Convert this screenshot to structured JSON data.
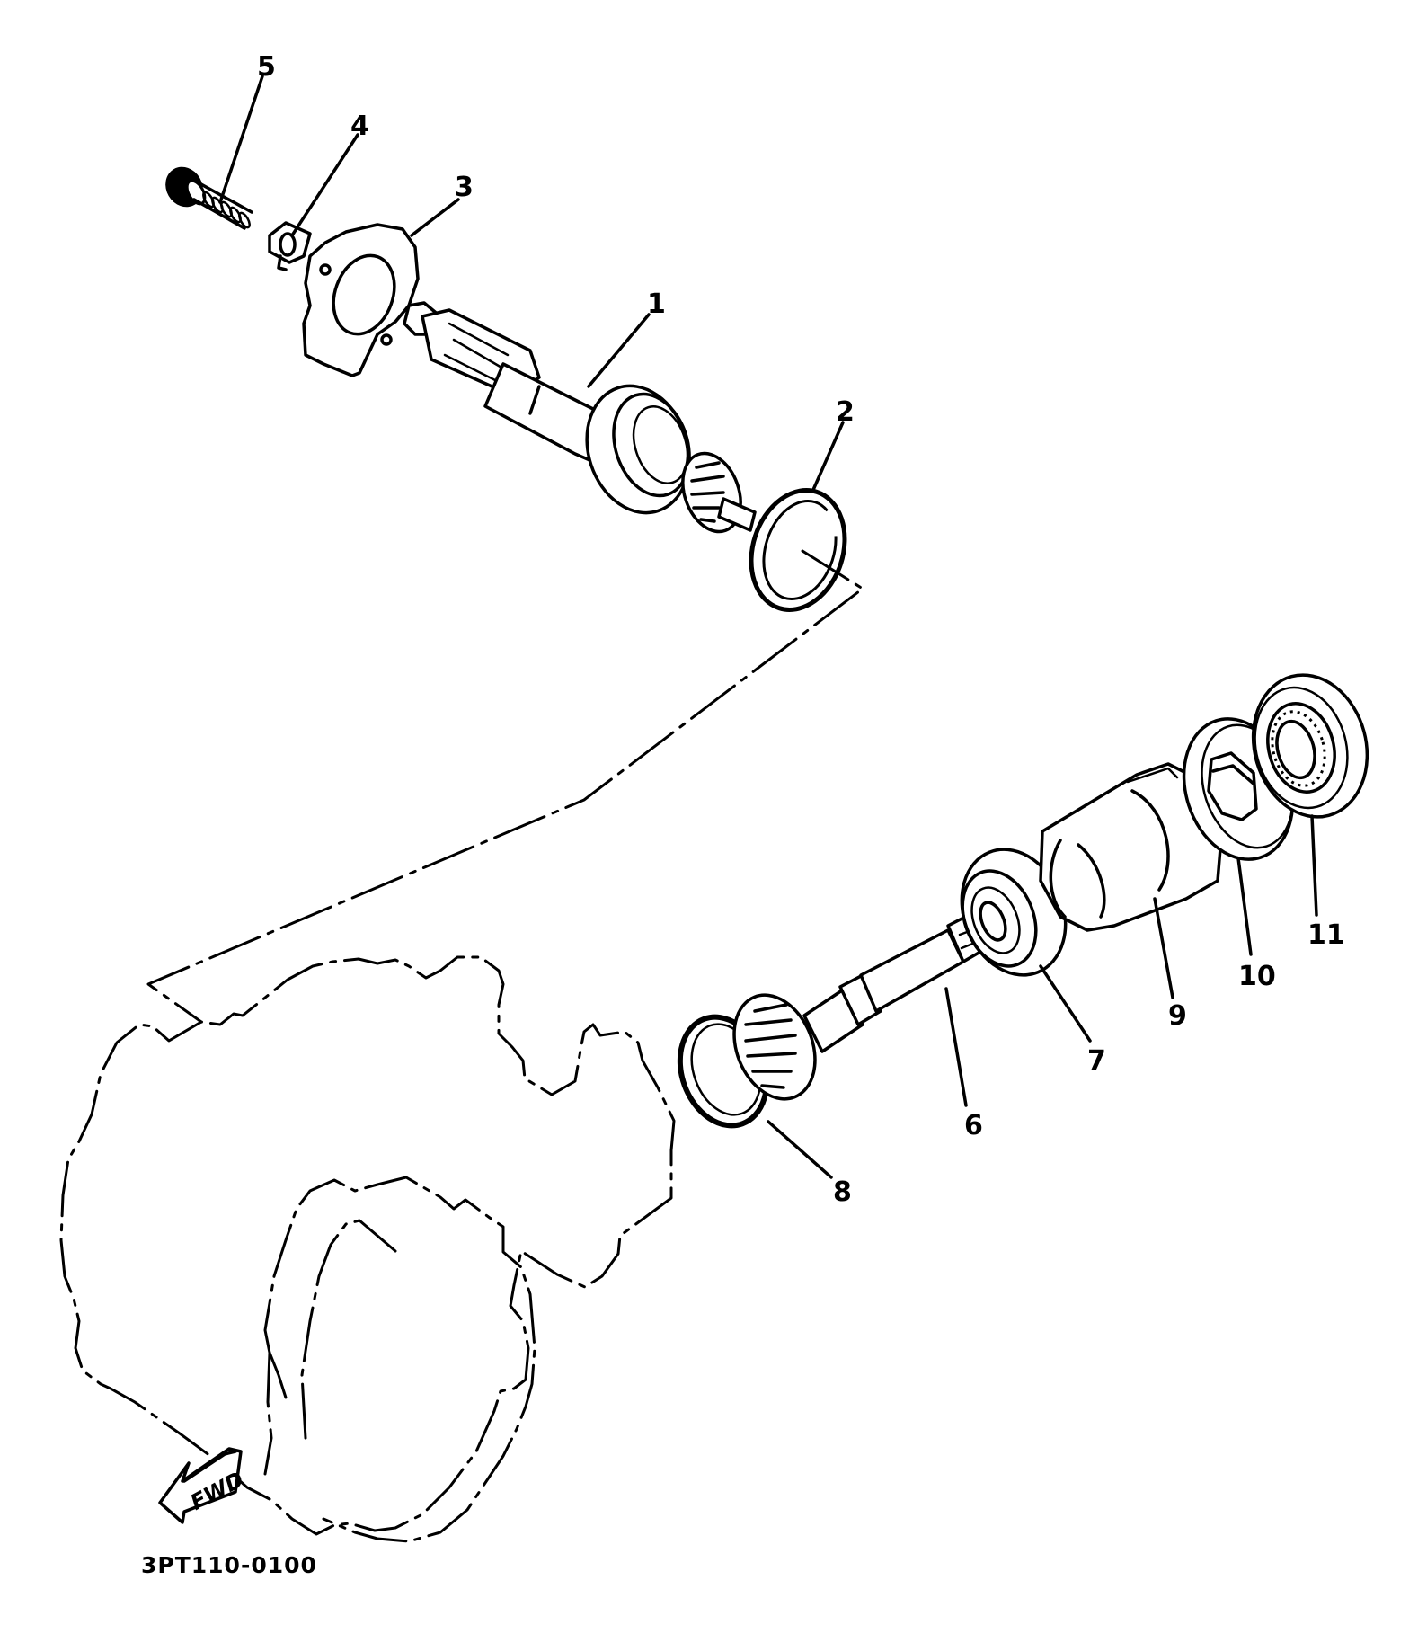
{
  "diagram": {
    "title": "Exploded parts diagram",
    "part_code": "3PT110-0100",
    "direction_indicator": "FWD",
    "callouts": [
      {
        "number": "1",
        "part": "shaft-with-bearing-and-gear"
      },
      {
        "number": "2",
        "part": "circlip-ring"
      },
      {
        "number": "3",
        "part": "retainer-plate"
      },
      {
        "number": "4",
        "part": "lock-washer-tab"
      },
      {
        "number": "5",
        "part": "bolt"
      },
      {
        "number": "6",
        "part": "gear-shaft"
      },
      {
        "number": "7",
        "part": "bearing"
      },
      {
        "number": "8",
        "part": "ring-seal"
      },
      {
        "number": "9",
        "part": "sleeve-hub"
      },
      {
        "number": "10",
        "part": "washer-with-nut"
      },
      {
        "number": "11",
        "part": "bearing-housing"
      }
    ]
  }
}
